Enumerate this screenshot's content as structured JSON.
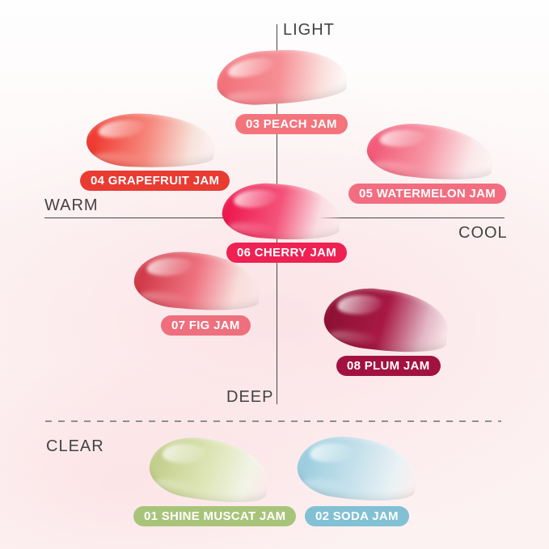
{
  "axis_labels": {
    "light": "LIGHT",
    "warm": "WARM",
    "cool": "COOL",
    "deep": "DEEP",
    "clear": "CLEAR"
  },
  "products": [
    {
      "id": "01",
      "label": "01 SHINE MUSCAT JAM",
      "pill_color": "#A8C47A",
      "swatch_colors": [
        "#C3CF8C",
        "#DDE5B6",
        "#F1F4E5"
      ],
      "section": "clear"
    },
    {
      "id": "02",
      "label": "02 SODA JAM",
      "pill_color": "#82C0D4",
      "swatch_colors": [
        "#9CCEDF",
        "#C6E1EB",
        "#EAF2F5"
      ],
      "section": "clear"
    },
    {
      "id": "03",
      "label": "03 PEACH JAM",
      "pill_color": "#F4747B",
      "swatch_colors": [
        "#F2737C",
        "#F58F95",
        "#FAE0DD"
      ],
      "section": "quadrant",
      "position": "light"
    },
    {
      "id": "04",
      "label": "04 GRAPEFRUIT JAM",
      "pill_color": "#E93B32",
      "swatch_colors": [
        "#EF3D33",
        "#F6897E",
        "#F7E2DA"
      ],
      "section": "quadrant",
      "position": "warm-light"
    },
    {
      "id": "05",
      "label": "05 WATERMELON JAM",
      "pill_color": "#F26D80",
      "swatch_colors": [
        "#F25C78",
        "#F697A6",
        "#FAE8E9"
      ],
      "section": "quadrant",
      "position": "cool-light"
    },
    {
      "id": "06",
      "label": "06 CHERRY JAM",
      "pill_color": "#EE2153",
      "swatch_colors": [
        "#ED1B50",
        "#F4537A",
        "#FADDE2"
      ],
      "section": "quadrant",
      "position": "center"
    },
    {
      "id": "07",
      "label": "07 FIG JAM",
      "pill_color": "#EE6F7E",
      "swatch_colors": [
        "#D23B49",
        "#EE7280",
        "#F8DEDB"
      ],
      "section": "quadrant",
      "position": "warm-deep"
    },
    {
      "id": "08",
      "label": "08 PLUM JAM",
      "pill_color": "#A21240",
      "swatch_colors": [
        "#8E1134",
        "#A81945",
        "#E2B9C7"
      ],
      "section": "quadrant",
      "position": "cool-deep"
    }
  ],
  "chart_data": {
    "type": "scatter",
    "title": "",
    "xlabel_left": "WARM",
    "xlabel_right": "COOL",
    "ylabel_top": "LIGHT",
    "ylabel_bottom": "DEEP",
    "extra_section": "CLEAR",
    "points": [
      {
        "name": "03 PEACH JAM",
        "warm_cool": 0.0,
        "light_deep": 0.75
      },
      {
        "name": "04 GRAPEFRUIT JAM",
        "warm_cool": -0.6,
        "light_deep": 0.4
      },
      {
        "name": "05 WATERMELON JAM",
        "warm_cool": 0.65,
        "light_deep": 0.35
      },
      {
        "name": "06 CHERRY JAM",
        "warm_cool": 0.0,
        "light_deep": 0.0
      },
      {
        "name": "07 FIG JAM",
        "warm_cool": -0.35,
        "light_deep": -0.4
      },
      {
        "name": "08 PLUM JAM",
        "warm_cool": 0.5,
        "light_deep": -0.65
      },
      {
        "name": "01 SHINE MUSCAT JAM",
        "warm_cool": null,
        "light_deep": null
      },
      {
        "name": "02 SODA JAM",
        "warm_cool": null,
        "light_deep": null
      }
    ],
    "legend_position": "none",
    "grid": false
  }
}
